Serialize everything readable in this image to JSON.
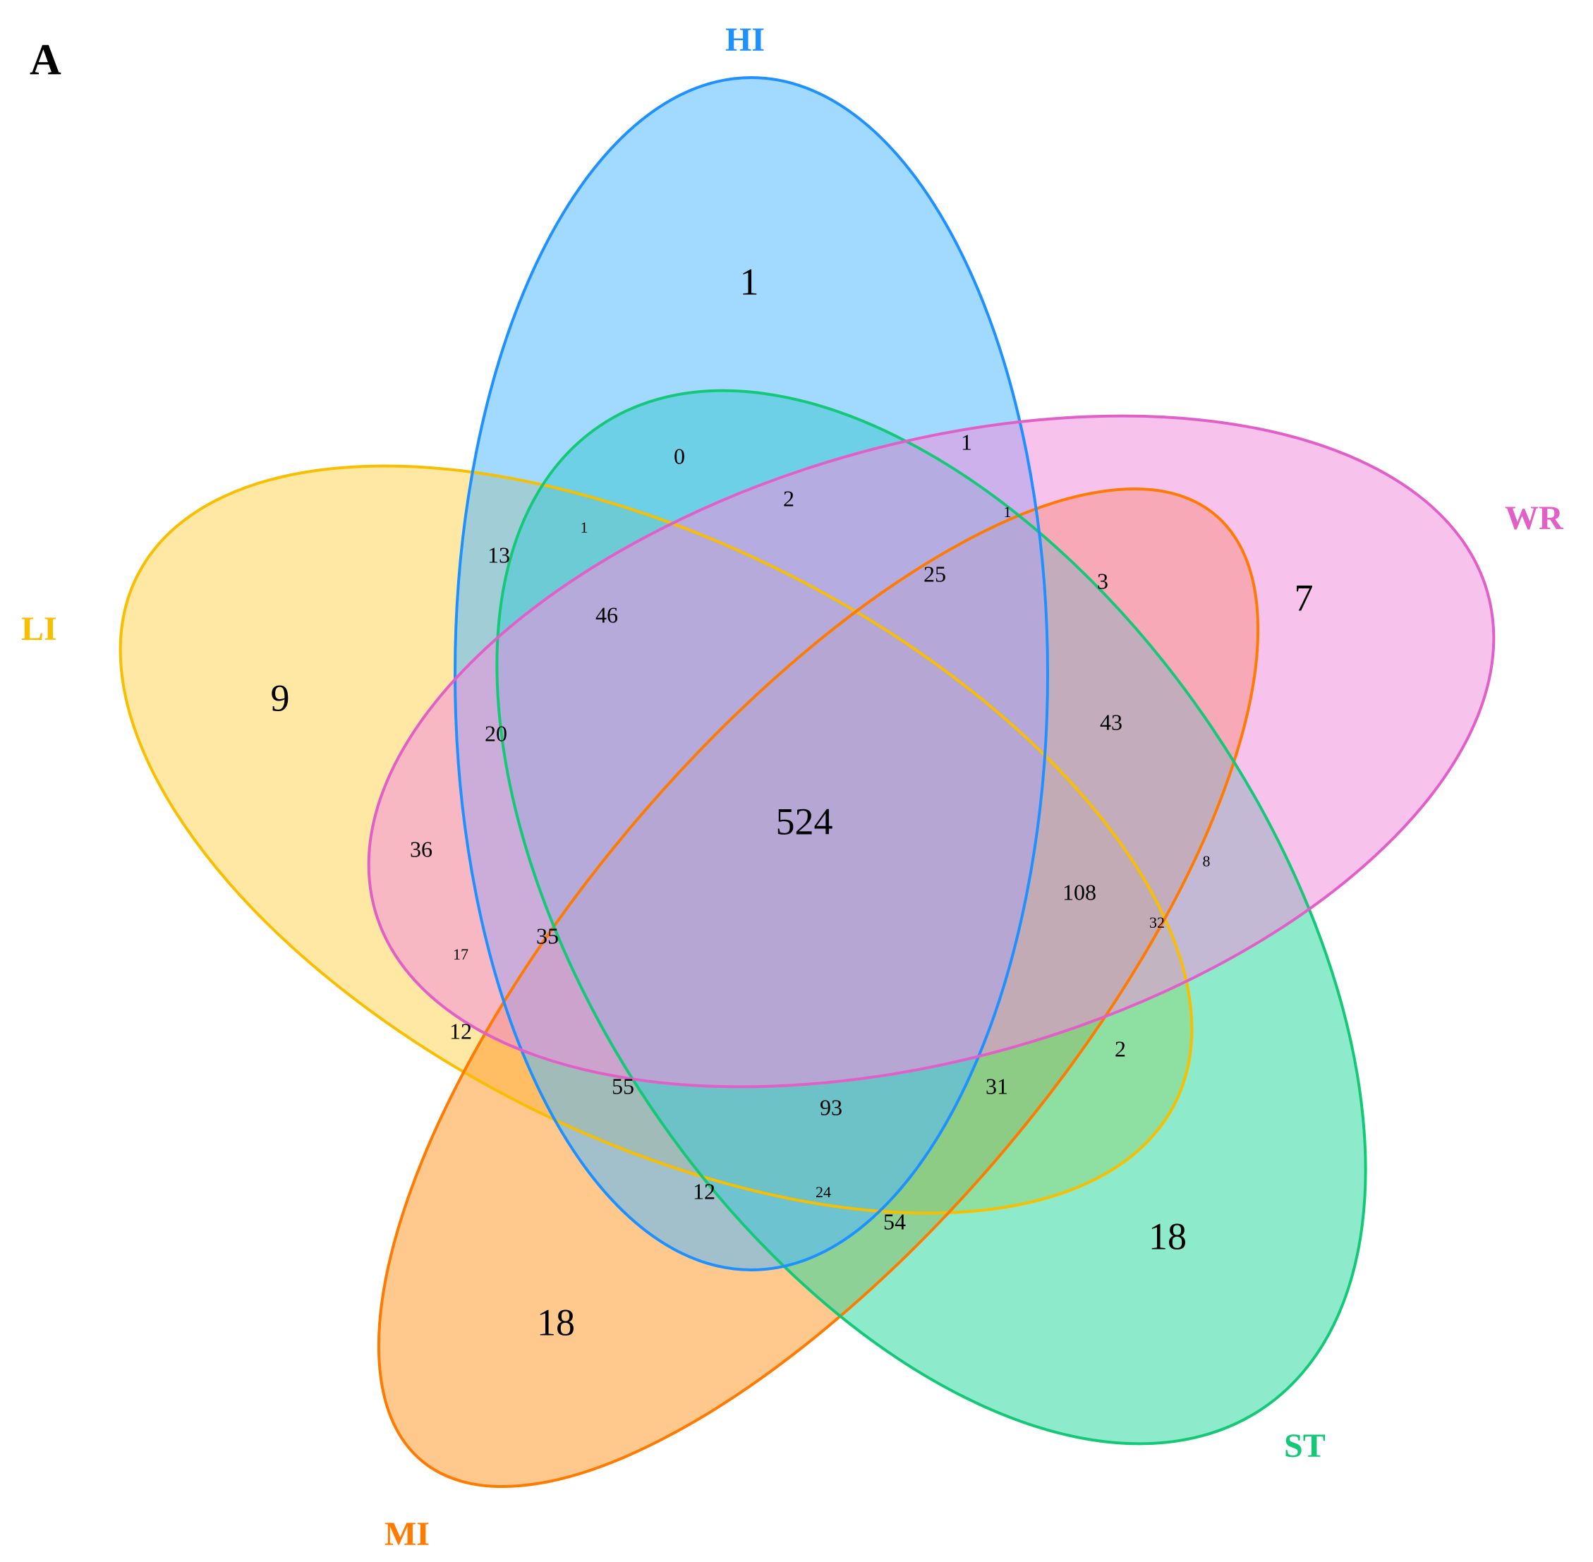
{
  "panel_letter": "A",
  "sets": [
    {
      "key": "HI",
      "label": "HI",
      "color": "#1e90ff",
      "fill": "#54baff"
    },
    {
      "key": "WR",
      "label": "WR",
      "color": "#e060c8",
      "fill": "#f090dc"
    },
    {
      "key": "ST",
      "label": "ST",
      "color": "#14c878",
      "fill": "#30d8a0"
    },
    {
      "key": "MI",
      "label": "MI",
      "color": "#ff7a00",
      "fill": "#ff9a30"
    },
    {
      "key": "LI",
      "label": "LI",
      "color": "#f8be00",
      "fill": "#ffd35a"
    }
  ],
  "regions": {
    "hi_only": "1",
    "wr_only": "7",
    "st_only": "18",
    "mi_only": "18",
    "li_only": "9",
    "c0": "0",
    "c1a": "1",
    "c2": "2",
    "c1b": "1",
    "c1c": "1",
    "c25": "25",
    "c3": "3",
    "c13": "13",
    "c46": "46",
    "c43": "43",
    "c20": "20",
    "c524": "524",
    "c36": "36",
    "c108": "108",
    "c8": "8",
    "c32": "32",
    "c17": "17",
    "c35": "35",
    "c12a": "12",
    "c2b": "2",
    "c55": "55",
    "c93": "93",
    "c31": "31",
    "c12b": "12",
    "c24": "24",
    "c54": "54"
  }
}
